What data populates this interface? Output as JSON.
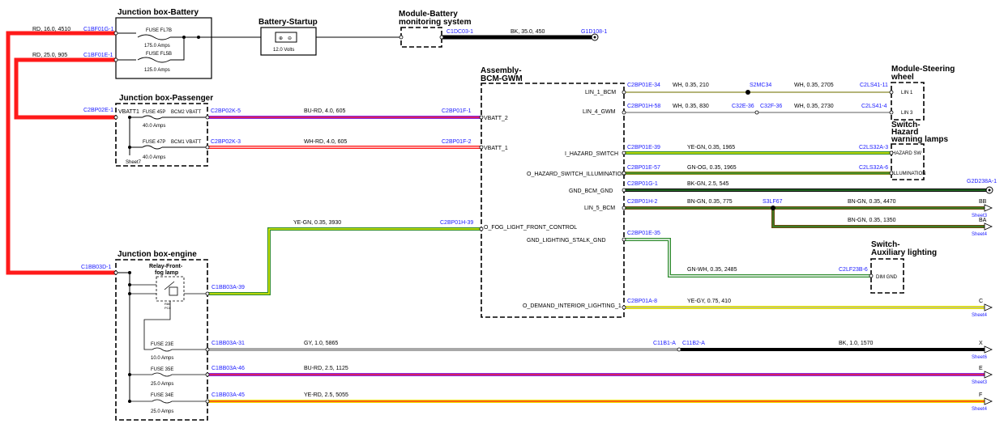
{
  "colors": {
    "red": "#ff1a1a",
    "black": "#000000",
    "purple": "#8a2be2",
    "yellow_green": "#d4e000",
    "green": "#2e8b2e",
    "brown": "#8b6914",
    "gray": "#9a9a9a",
    "white": "#ffffff",
    "dim_yellow": "#f0f0a0",
    "connector_text": "#1a1aff"
  },
  "titles": {
    "jb_battery": "Junction box-Battery",
    "battery_startup": "Battery-Startup",
    "mbms_1": "Module-Battery",
    "mbms_2": "monitoring system",
    "jb_passenger": "Junction box-Passenger",
    "bcm_1": "Assembly-",
    "bcm_2": "BCM-GWM",
    "steering_1": "Module-Steering",
    "steering_2": "wheel",
    "hazard_1": "Switch-",
    "hazard_2": "Hazard",
    "hazard_3": "warning lamps",
    "aux_1": "Switch-",
    "aux_2": "Auxiliary lighting",
    "jb_engine": "Junction box-engine",
    "relay_1": "Relay-Front-",
    "relay_2": "fog lamp"
  },
  "battery_box": {
    "fuse1_name": "FUSE FL7B",
    "fuse1_amps": "175.0 Amps",
    "fuse2_name": "FUSE FL5B",
    "fuse2_amps": "125.0 Amps",
    "battery_volts": "12.0 Volts"
  },
  "passenger_box": {
    "vbatt1": "VBATT1",
    "fuse45": "FUSE 45P",
    "bcm2": "BCM2 VBATT",
    "amps45": "40.0 Amps",
    "fuse47": "FUSE 47P",
    "bcm1": "BCM1 VBATT",
    "amps47": "40.0 Amps",
    "sheet": "Sheet7"
  },
  "engine_box": {
    "relay_pins_1": "R86",
    "relay_pins_2": "PC8",
    "fuse23": "FUSE 23E",
    "amps23": "10.0 Amps",
    "fuse35": "FUSE 35E",
    "amps35": "25.0 Amps",
    "fuse34": "FUSE 34E",
    "amps34": "25.0 Amps"
  },
  "connectors": {
    "c1bf01g": "C1BF01G-1",
    "c1bf01e": "C1BF01E-1",
    "c1dc03": "C1DC03-1",
    "g1d108": "G1D108-1",
    "c2bp02e": "C2BP02E-1",
    "c2bp02k5": "C2BP02K-5",
    "c2bp01f1": "C2BP01F-1",
    "c2bp02k3": "C2BP02K-3",
    "c2bp01f2": "C2BP01F-2",
    "c2bp01h39": "C2BP01H-39",
    "c1bb03d": "C1BB03D-1",
    "c1bb03a39": "C1BB03A-39",
    "c1bb03a31": "C1BB03A-31",
    "c11b1a": "C11B1-A",
    "c11b2a": "C11B2-A",
    "c1bb03a46": "C1BB03A-46",
    "c1bb03a45": "C1BB03A-45",
    "c2bp01e34": "C2BP01E-34",
    "s2mc34": "S2MC34",
    "c2ls41_11": "C2LS41-11",
    "c2bp01h58": "C2BP01H-58",
    "c32e36": "C32E-36",
    "c32f36": "C32F-36",
    "c2ls41_4": "C2LS41-4",
    "c2bp01e39": "C2BP01E-39",
    "c2ls32a3": "C2LS32A-3",
    "c2bp01e57": "C2BP01E-57",
    "c2ls32a6": "C2LS32A-6",
    "c2bp01g1": "C2BP01G-1",
    "g2d238a": "G2D238A-1",
    "c2bp01h2": "C2BP01H-2",
    "s3lf67": "S3LF67",
    "c2bp01e35": "C2BP01E-35",
    "c2lf23b6": "C2LF23B-6",
    "c2bp01a8": "C2BP01A-8"
  },
  "wires": {
    "w_bat1": "RD,  16.0,  4510",
    "w_bat2": "RD,  25.0,  905",
    "w_bk35": "BK,  35.0,  450",
    "w_burd": "BU-RD,  4.0,  605",
    "w_whrd": "WH-RD,  4.0,  605",
    "w_yegn_fog": "YE-GN,  0.35,  3930",
    "w_gy": "GY,  1.0,  5865",
    "w_bk1": "BK,  1.0,  1570",
    "w_burd25": "BU-RD,  2.5,  1125",
    "w_yerd": "YE-RD,  2.5,  5055",
    "w_lin1a": "WH,  0.35,  210",
    "w_lin1b": "WH,  0.35,  2705",
    "w_lin4a": "WH,  0.35,  830",
    "w_lin4b": "WH,  0.35,  2730",
    "w_haz": "YE-GN,  0.35,  1965",
    "w_hazill": "GN-OG,  0.35,  1965",
    "w_gnd": "BK-GN,  2.5,  545",
    "w_lin5a": "BN-GN,  0.35,  775",
    "w_lin5b": "BN-GN,  0.35,  4470",
    "w_lin5c": "BN-GN,  0.35,  1350",
    "w_dim": "GN-WH,  0.35,  2485",
    "w_interior": "YE-GY,  0.75,  410"
  },
  "pins": {
    "lin1": "LIN_1_BCM",
    "lin4": "LIN_4_GWM",
    "vbatt2": "VBATT_2",
    "vbatt1": "VBATT_1",
    "ihaz": "I_HAZARD_SWITCH",
    "ohaz": "O_HAZARD_SWITCH_ILLUMINATION",
    "gnd": "GND_BCM_GND",
    "lin5": "LIN_5_BCM",
    "ofog": "O_FOG_LIGHT_FRONT_CONTROL",
    "gndls": "GND_LIGHTING_STALK_GND",
    "oint": "O_DEMAND_INTERIOR_LIGHTING_1",
    "sw_lin1": "LIN 1",
    "sw_lin3": "LIN 3",
    "haz_sw": "HAZARD SW",
    "illum": "ILLUMINATION",
    "dim_gnd": "DIM GND"
  },
  "destinations": {
    "bb": "BB",
    "bb_sheet": "Sheet3",
    "ba": "BA",
    "ba_sheet": "Sheet4",
    "c": "C",
    "c_sheet": "Sheet4",
    "x": "X",
    "x_sheet": "Sheet6",
    "e": "E",
    "e_sheet": "Sheet3",
    "f": "F",
    "f_sheet": "Sheet4"
  }
}
